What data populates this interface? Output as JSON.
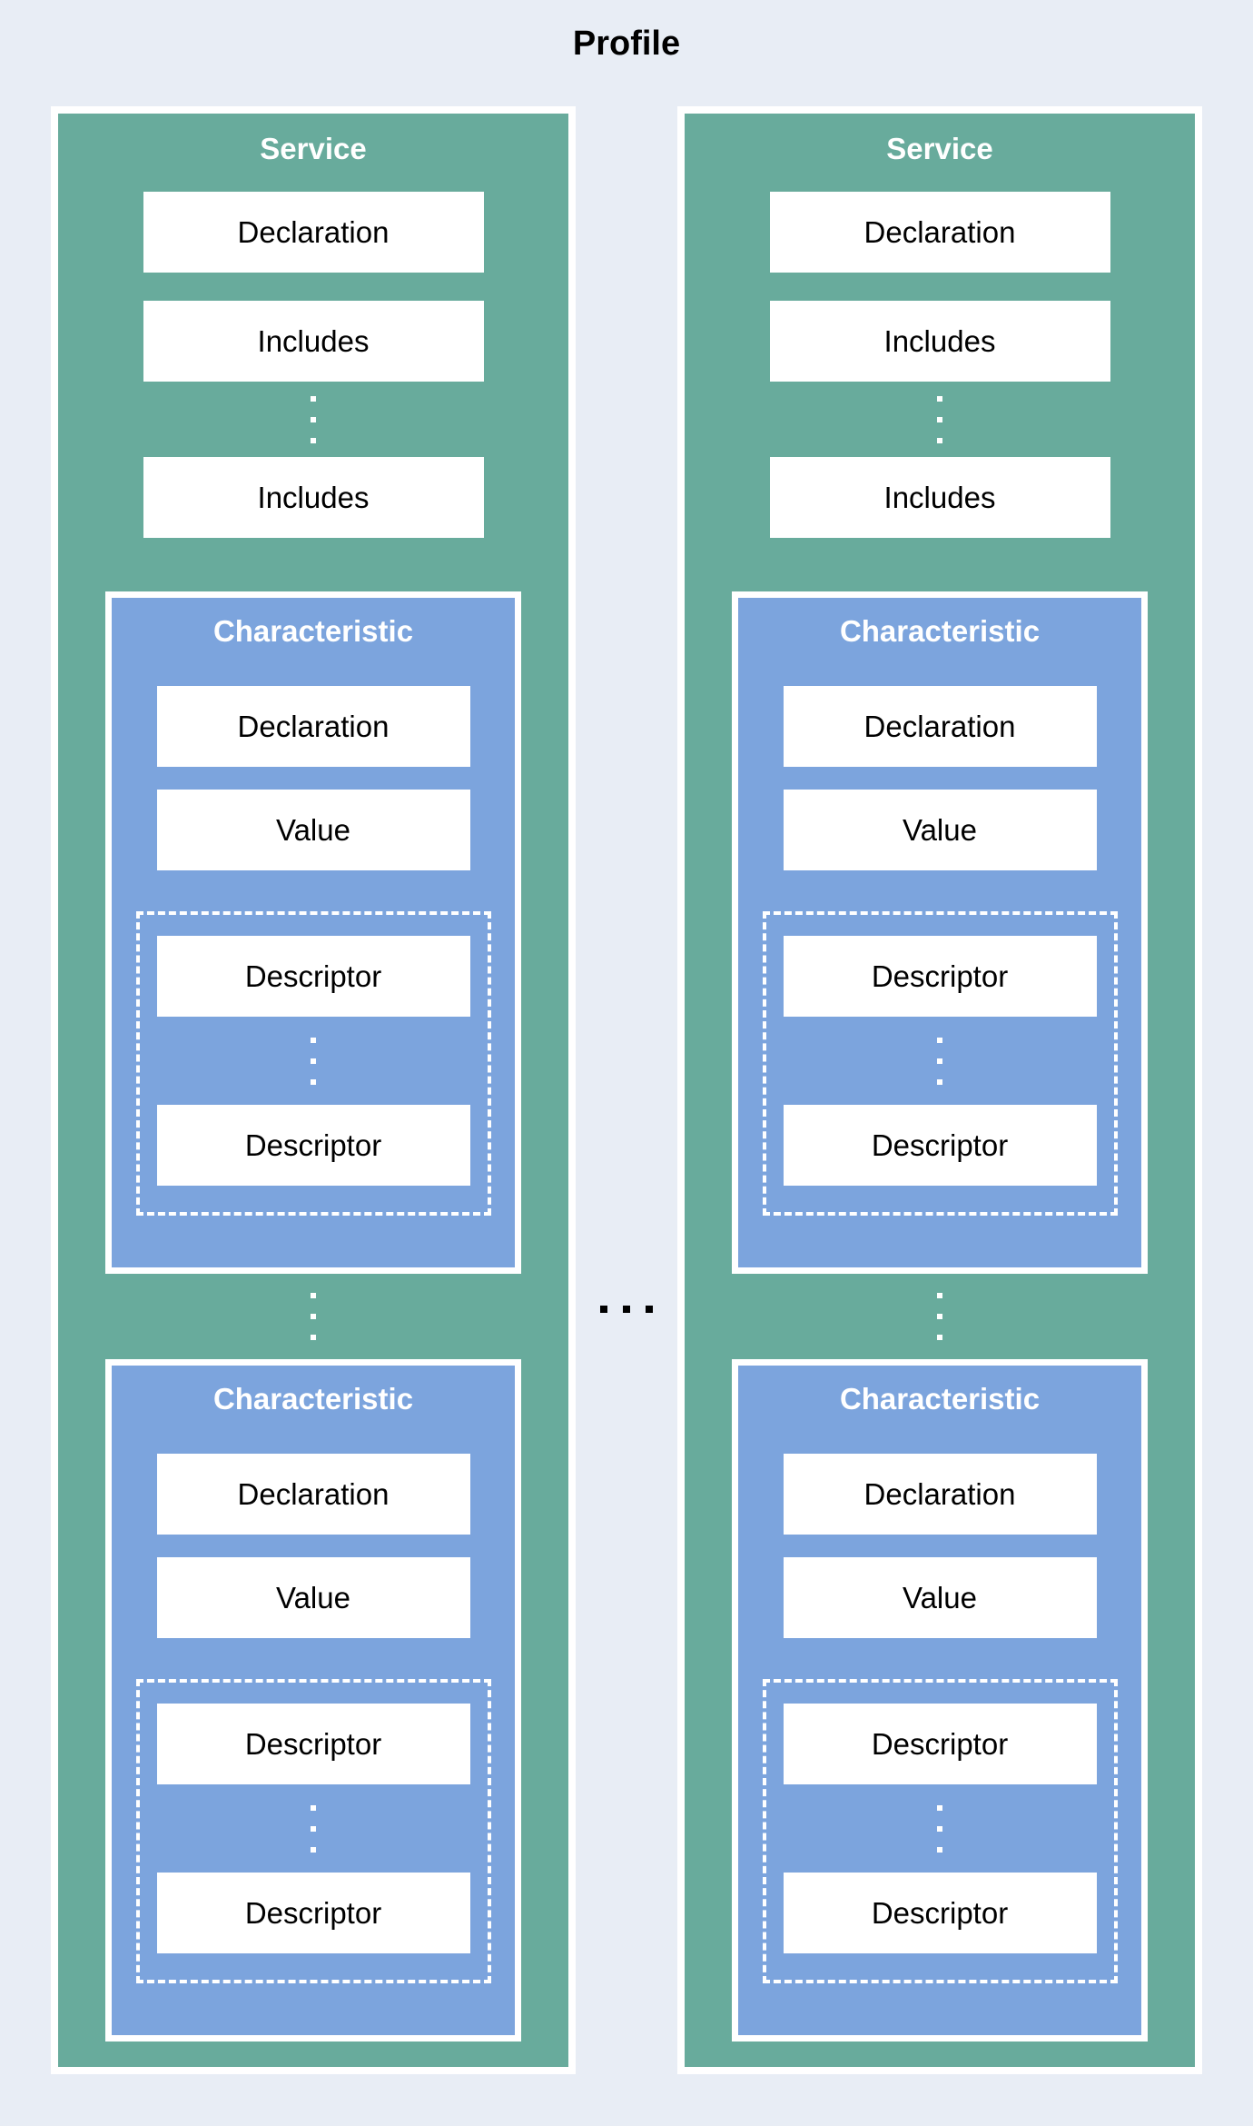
{
  "page": {
    "title": "Profile"
  },
  "colors": {
    "background": "#E8EDF5",
    "service_green": "#68AB9C",
    "characteristic_blue": "#7CA4DD",
    "box_white": "#FFFFFF",
    "text_black": "#000000",
    "heading_text_white": "#FFFFFF"
  },
  "icons": {
    "vertical_ellipsis": "⋮",
    "horizontal_ellipsis": "…"
  },
  "services": [
    {
      "label": "Service",
      "declaration_label": "Declaration",
      "includes": [
        "Includes",
        "Includes"
      ],
      "characteristics": [
        {
          "label": "Characteristic",
          "declaration_label": "Declaration",
          "value_label": "Value",
          "descriptors": [
            "Descriptor",
            "Descriptor"
          ]
        },
        {
          "label": "Characteristic",
          "declaration_label": "Declaration",
          "value_label": "Value",
          "descriptors": [
            "Descriptor",
            "Descriptor"
          ]
        }
      ]
    },
    {
      "label": "Service",
      "declaration_label": "Declaration",
      "includes": [
        "Includes",
        "Includes"
      ],
      "characteristics": [
        {
          "label": "Characteristic",
          "declaration_label": "Declaration",
          "value_label": "Value",
          "descriptors": [
            "Descriptor",
            "Descriptor"
          ]
        },
        {
          "label": "Characteristic",
          "declaration_label": "Declaration",
          "value_label": "Value",
          "descriptors": [
            "Descriptor",
            "Descriptor"
          ]
        }
      ]
    }
  ]
}
